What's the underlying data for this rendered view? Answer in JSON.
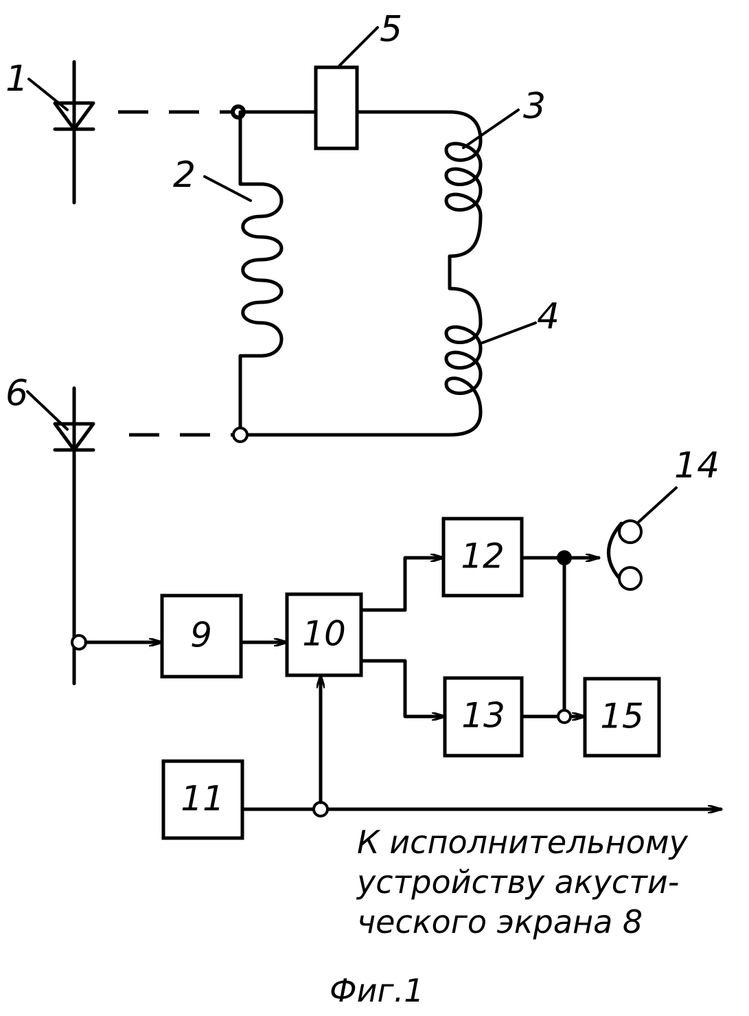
{
  "labels": {
    "antenna_1": "1",
    "coil_2": "2",
    "coil_3": "3",
    "coil_4": "4",
    "block_5": "5",
    "antenna_6": "6",
    "block_9": "9",
    "block_10": "10",
    "block_11": "11",
    "block_12": "12",
    "block_13": "13",
    "headphones_14": "14",
    "block_15": "15"
  },
  "output_note": {
    "line1": "К исполнительному",
    "line2": "устройству акусти-",
    "line3": "ческого экрана 8"
  },
  "figure_caption": "Фиг.1"
}
